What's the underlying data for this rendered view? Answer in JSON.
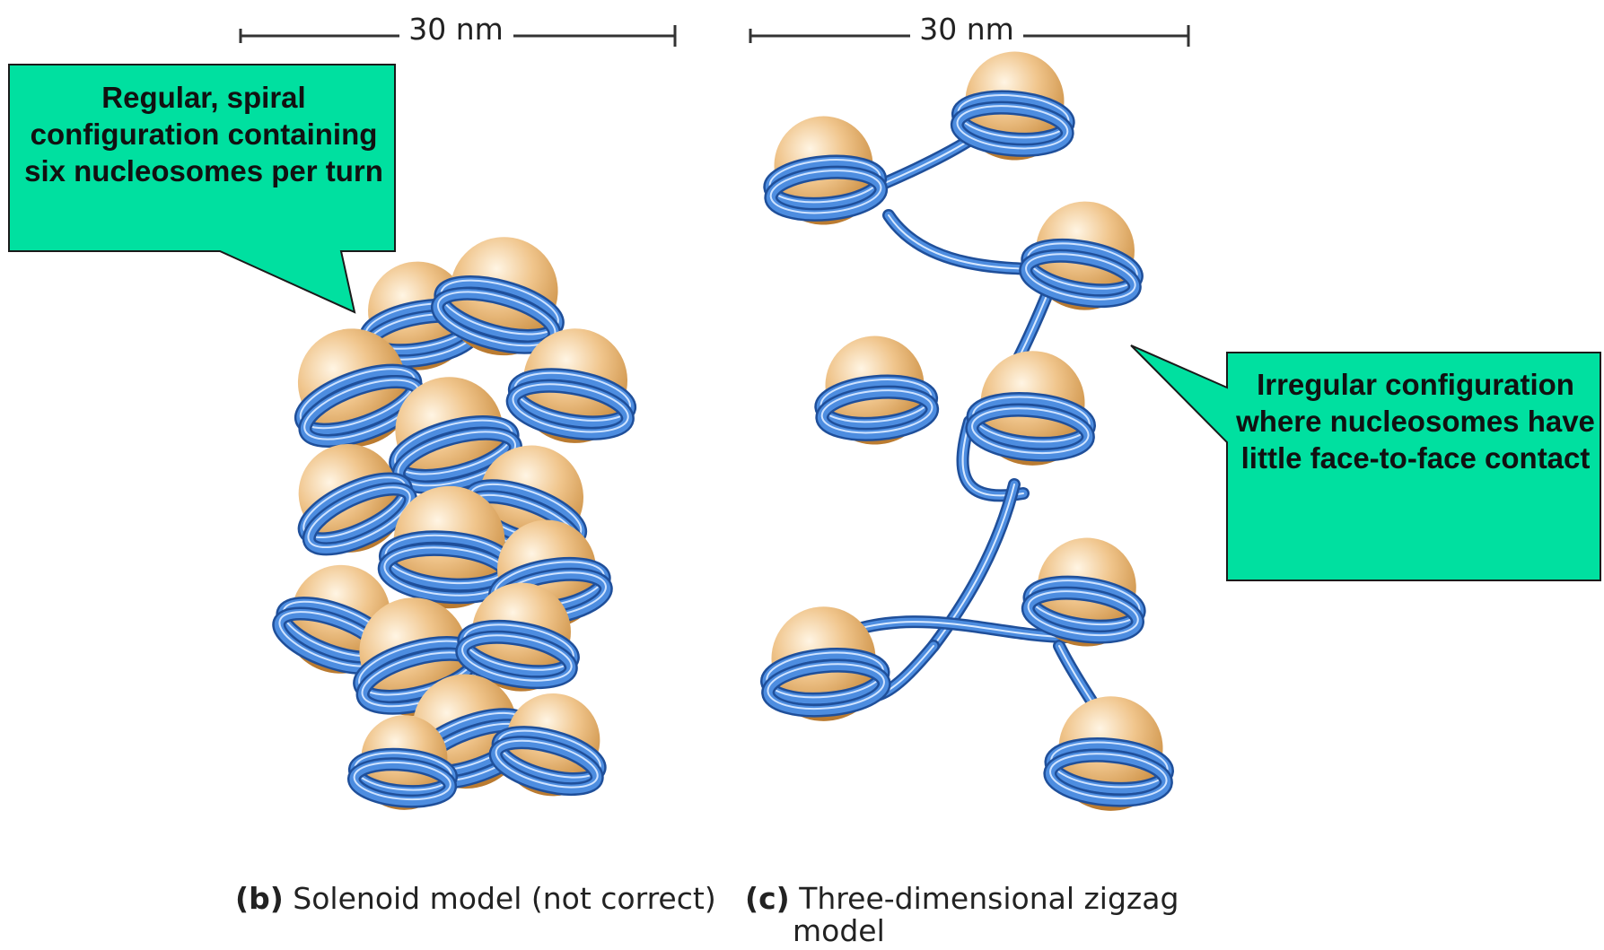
{
  "scale_bars": [
    {
      "label": "30 nm"
    },
    {
      "label": "30 nm"
    }
  ],
  "callouts": {
    "solenoid": {
      "text": "Regular, spiral configuration containing six nucleosomes per turn"
    },
    "zigzag": {
      "text": "Irregular configuration where nucleosomes have little face-to-face contact"
    }
  },
  "captions": {
    "b": {
      "letter": "(b)",
      "text": "Solenoid model (not correct)"
    },
    "c": {
      "letter": "(c)",
      "text": "Three-dimensional zigzag",
      "text2": "model"
    }
  },
  "colors": {
    "callout_fill": "#00e0a0",
    "dna_blue": "#3b78cc",
    "nucleosome_tan": "#e8b878"
  }
}
